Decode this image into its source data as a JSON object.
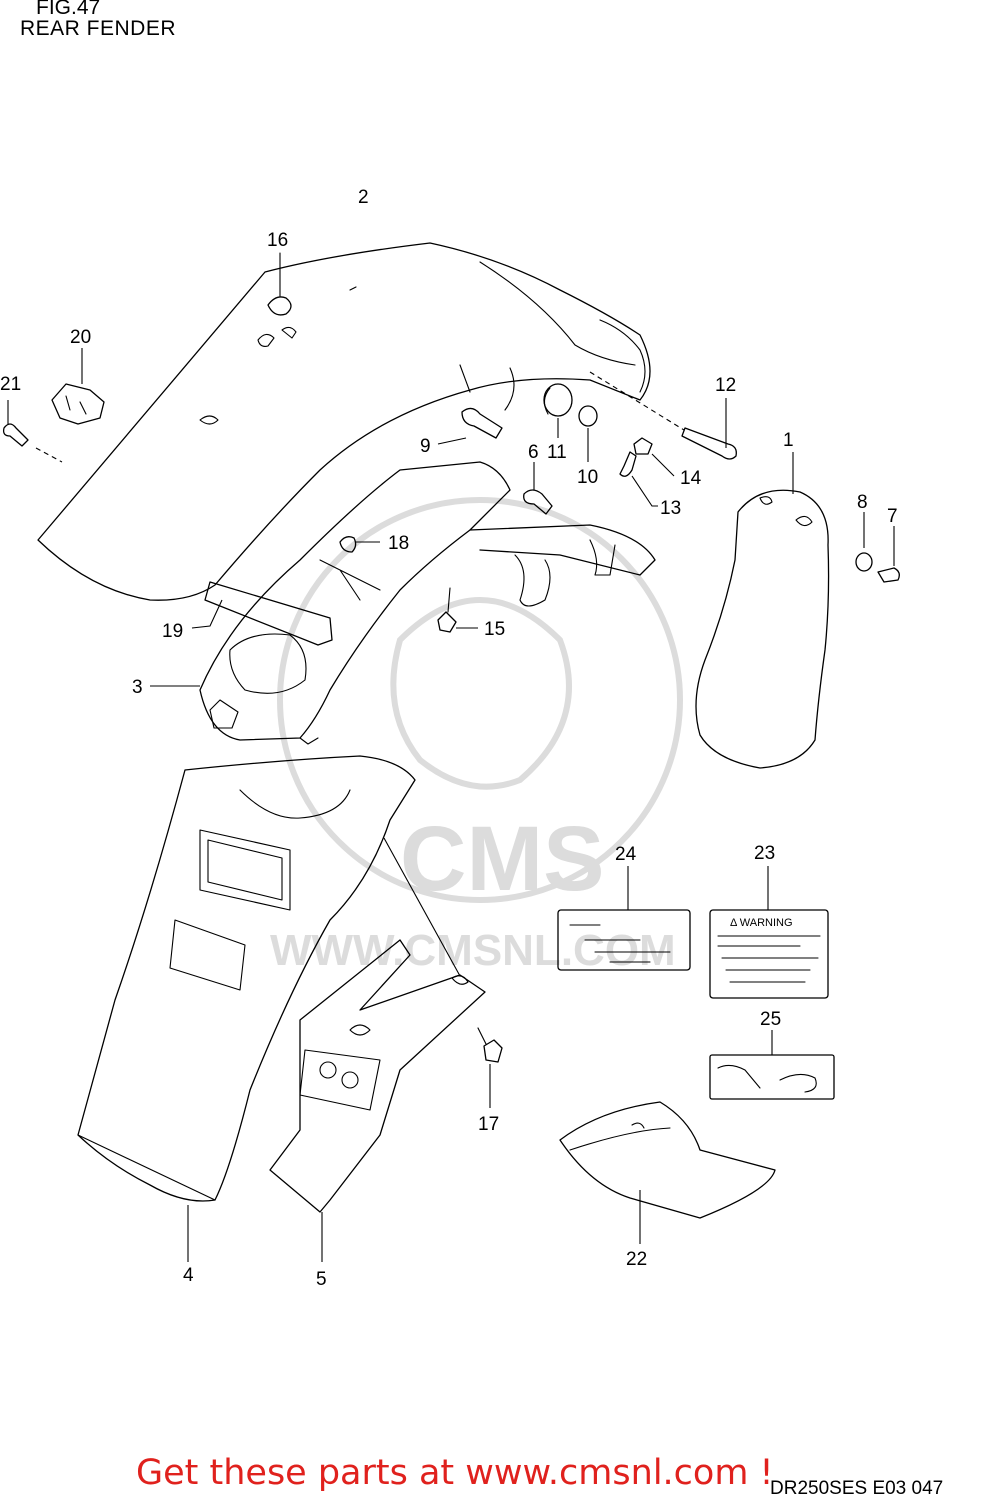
{
  "header": {
    "fig_label": "FIG.47",
    "title": "REAR FENDER"
  },
  "callouts": [
    "1",
    "2",
    "3",
    "4",
    "5",
    "6",
    "7",
    "8",
    "9",
    "10",
    "11",
    "12",
    "13",
    "14",
    "15",
    "16",
    "17",
    "18",
    "19",
    "20",
    "21",
    "22",
    "23",
    "24",
    "25"
  ],
  "label_23": {
    "heading": "Δ WARNING"
  },
  "watermark": {
    "text_main": "CMS",
    "text_url": "WWW.CMSNL.COM"
  },
  "footer": {
    "banner": "Get these parts at www.cmsnl.com !",
    "diagram_code": "DR250SES E03  047"
  },
  "colors": {
    "banner": "#e0211d",
    "watermark": "#dcdcdc",
    "line": "#000000"
  }
}
